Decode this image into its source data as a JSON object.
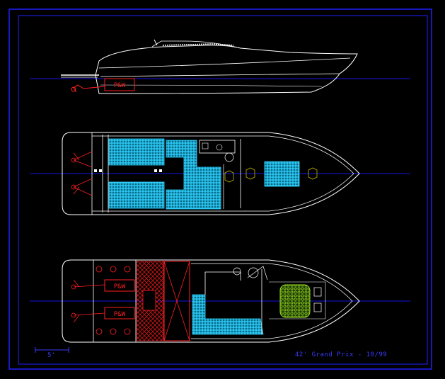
{
  "drawing": {
    "title_block": "42' Grand Prix - 10/99",
    "scale_label": "5'",
    "engine_label": "P&W",
    "colors": {
      "background": "#000000",
      "border": "#2020ff",
      "centerline": "#1515e0",
      "outline": "#ffffff",
      "engines": "#ff2020",
      "cushions": "#20c8ff",
      "table": "#90d020",
      "hatches": "#c8b400"
    }
  }
}
